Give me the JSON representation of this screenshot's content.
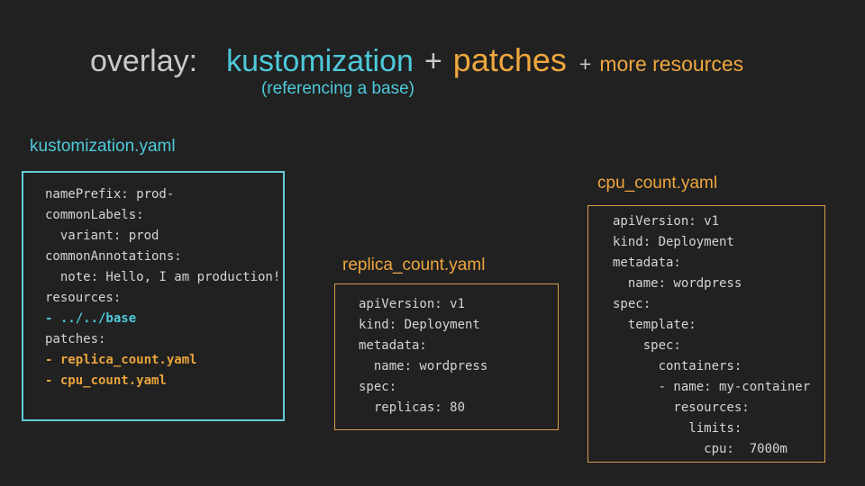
{
  "title": {
    "overlay": "overlay:",
    "kustomization": "kustomization",
    "plus1": "+",
    "patches": "patches",
    "plus2": "+",
    "more_resources": "more resources",
    "subtitle": "(referencing a base)"
  },
  "colors": {
    "background": "#212121",
    "gray_text": "#c9c9c9",
    "cyan_accent": "#4ec9da",
    "cyan_border": "#63ccd9",
    "orange_accent": "#efa73f",
    "orange_border": "#d99d4a",
    "code_text": "#d4d4d4"
  },
  "files": [
    {
      "name": "kustomization.yaml",
      "accent": "cyan",
      "lines": [
        {
          "text": "namePrefix: prod-",
          "hl": "none"
        },
        {
          "text": "commonLabels:",
          "hl": "none"
        },
        {
          "text": "  variant: prod",
          "hl": "none"
        },
        {
          "text": "commonAnnotations:",
          "hl": "none"
        },
        {
          "text": "  note: Hello, I am production!",
          "hl": "none"
        },
        {
          "text": "resources:",
          "hl": "none"
        },
        {
          "text": "- ../../base",
          "hl": "cyan"
        },
        {
          "text": "patches:",
          "hl": "none"
        },
        {
          "text": "- replica_count.yaml",
          "hl": "orange"
        },
        {
          "text": "- cpu_count.yaml",
          "hl": "orange"
        }
      ]
    },
    {
      "name": "replica_count.yaml",
      "accent": "orange",
      "lines": [
        {
          "text": "apiVersion: v1",
          "hl": "none"
        },
        {
          "text": "kind: Deployment",
          "hl": "none"
        },
        {
          "text": "metadata:",
          "hl": "none"
        },
        {
          "text": "  name: wordpress",
          "hl": "none"
        },
        {
          "text": "spec:",
          "hl": "none"
        },
        {
          "text": "  replicas: 80",
          "hl": "none"
        }
      ]
    },
    {
      "name": "cpu_count.yaml",
      "accent": "orange",
      "lines": [
        {
          "text": "apiVersion: v1",
          "hl": "none"
        },
        {
          "text": "kind: Deployment",
          "hl": "none"
        },
        {
          "text": "metadata:",
          "hl": "none"
        },
        {
          "text": "  name: wordpress",
          "hl": "none"
        },
        {
          "text": "spec:",
          "hl": "none"
        },
        {
          "text": "  template:",
          "hl": "none"
        },
        {
          "text": "    spec:",
          "hl": "none"
        },
        {
          "text": "      containers:",
          "hl": "none"
        },
        {
          "text": "      - name: my-container",
          "hl": "none"
        },
        {
          "text": "        resources:",
          "hl": "none"
        },
        {
          "text": "          limits:",
          "hl": "none"
        },
        {
          "text": "            cpu:  7000m",
          "hl": "none"
        }
      ]
    }
  ]
}
